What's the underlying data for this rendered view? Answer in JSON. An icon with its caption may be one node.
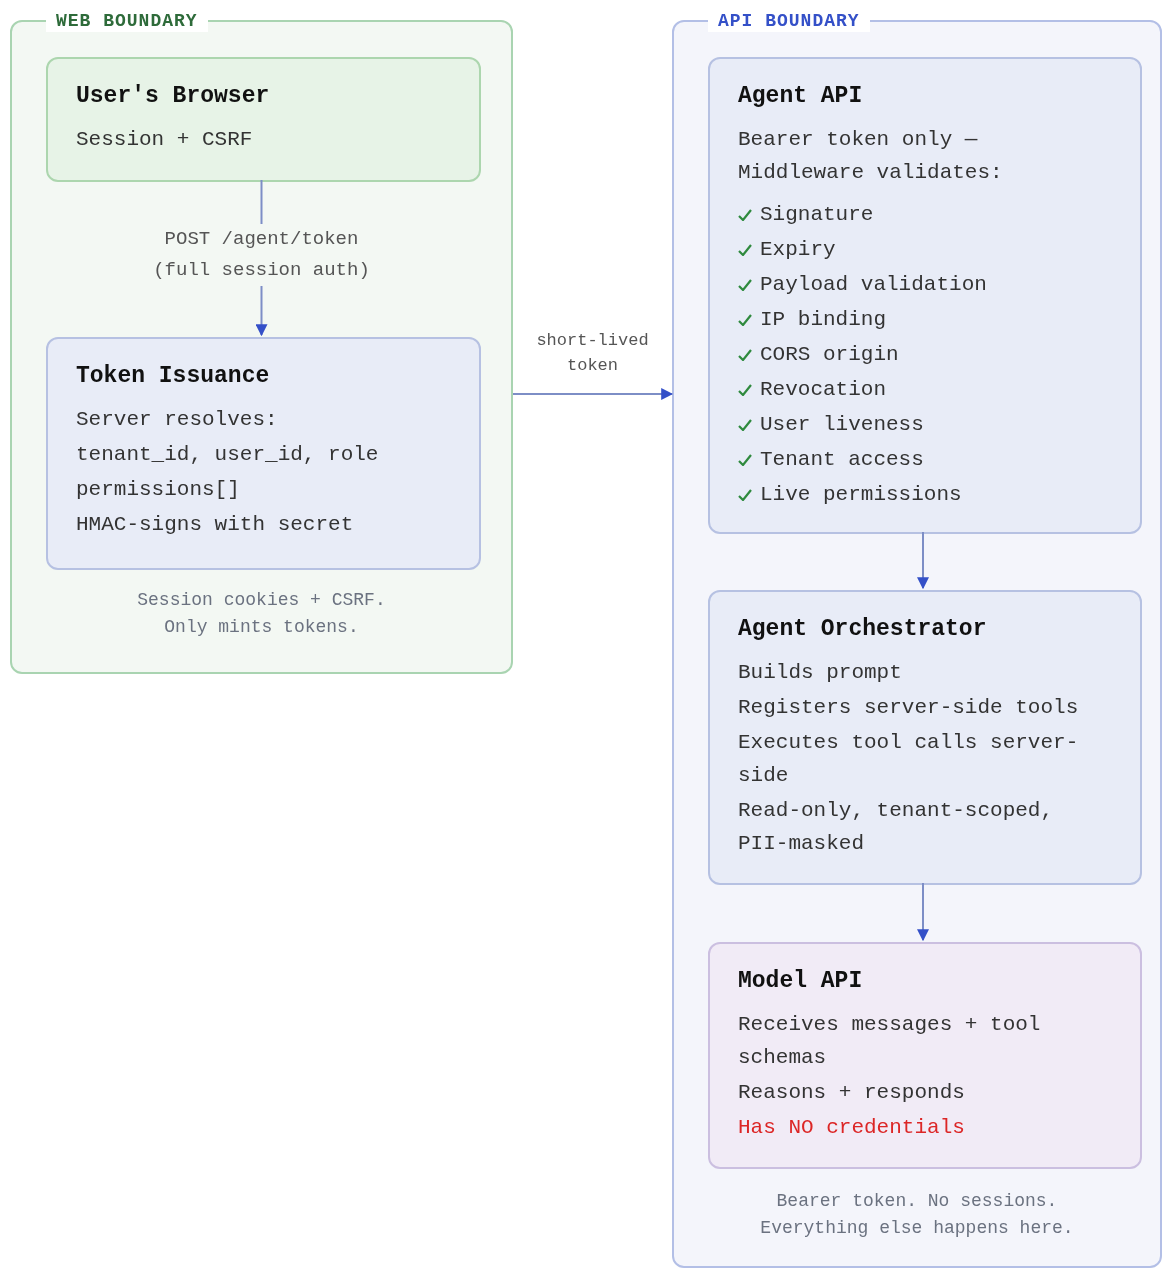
{
  "diagram": {
    "nodes": [
      {
        "text": [
          "WEB BOUNDARY",
          "Session cookies + CSRF. Only mints tokens."
        ]
      },
      {
        "text": [
          "User's Browser",
          "Session + CSRF"
        ],
        "in": 0
      },
      {
        "text": [
          "Token Issuance",
          "Server resolves:",
          "tenant_id, user_id, role",
          "permissions[]",
          "HMAC-signs with secret"
        ],
        "in": 0
      },
      {
        "text": [
          "API BOUNDARY",
          "Bearer token. No sessions. Everything else happens here."
        ]
      },
      {
        "text": [
          "Agent API",
          "Bearer token only — Middleware validates:",
          "Signature",
          "Expiry",
          "Payload validation",
          "IP binding",
          "CORS origin",
          "Revocation",
          "User liveness",
          "Tenant access",
          "Live permissions"
        ],
        "in": 3
      },
      {
        "text": [
          "Agent Orchestrator",
          "Builds prompt",
          "Registers server-side tools",
          "Executes tool calls server-side",
          "Read-only, tenant-scoped, PII-masked"
        ],
        "in": 3
      },
      {
        "text": [
          "Model API",
          "Receives messages + tool schemas",
          "Reasons + responds",
          "Has NO credentials"
        ],
        "in": 3
      }
    ],
    "edges": [
      {
        "from": 1,
        "to": 2,
        "arrow": "to",
        "label": "POST /agent/token (full session auth)"
      },
      {
        "from": 0,
        "to": 3,
        "arrow": "to",
        "label": "short-lived token"
      },
      {
        "from": 4,
        "to": 5,
        "arrow": "to"
      },
      {
        "from": 5,
        "to": 6,
        "arrow": "to"
      }
    ]
  }
}
